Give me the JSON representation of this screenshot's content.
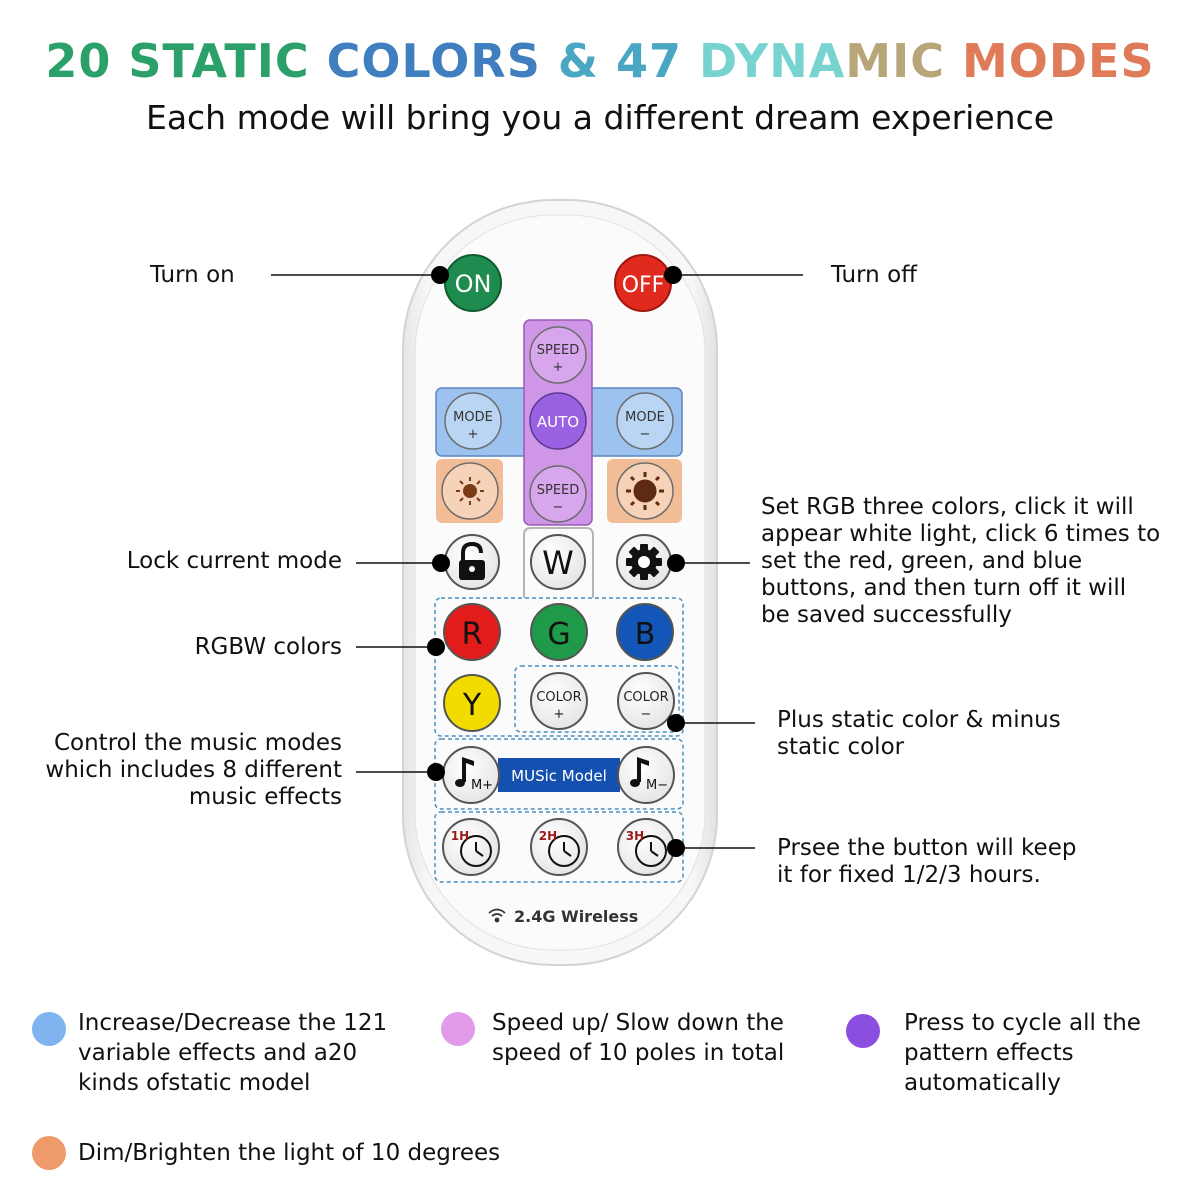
{
  "colors": {
    "on": "#1e8c4e",
    "off": "#e02a1e",
    "speed": "#c77ce0",
    "auto": "#8a4fe0",
    "mode": "#8fb8ec",
    "dim": "#f2b58a",
    "red": "#e21b1b",
    "green": "#1f9a48",
    "blue": "#1456b8",
    "yellow": "#f2dc00",
    "music_bar": "#1450b0",
    "dark_red_text": "#9b1a1a"
  },
  "heading": {
    "title_parts": [
      {
        "text": "20 STATIC ",
        "color": "#2ba06a"
      },
      {
        "text": "COLORS ",
        "color": "#3f7fbf"
      },
      {
        "text": "& 47 ",
        "color": "#4aa7c4"
      },
      {
        "text": "DYNA",
        "color": "#76d3cf"
      },
      {
        "text": "MIC ",
        "color": "#b8a57a"
      },
      {
        "text": "MODES",
        "color": "#e07b5a"
      }
    ],
    "subtitle": "Each mode will bring you a different dream experience"
  },
  "remote": {
    "on_label": "ON",
    "off_label": "OFF",
    "speed_plus": [
      "SPEED",
      "+"
    ],
    "speed_minus": [
      "SPEED",
      "−"
    ],
    "auto_label": "AUTO",
    "mode_plus": [
      "MODE",
      "+"
    ],
    "mode_minus": [
      "MODE",
      "−"
    ],
    "w_label": "W",
    "r_label": "R",
    "g_label": "G",
    "b_label": "B",
    "y_label": "Y",
    "color_plus": [
      "COLOR",
      "+"
    ],
    "color_minus": [
      "COLOR",
      "−"
    ],
    "music_plus_label": "M+",
    "music_minus_label": "M−",
    "music_bar_label": "MUSic Model",
    "timer_labels": [
      "1H",
      "2H",
      "3H"
    ],
    "wireless_label": "2.4G Wireless",
    "icons": [
      "sun-dim-icon",
      "sun-bright-icon",
      "lock-icon",
      "gear-icon",
      "music-note-icon",
      "clock-icon",
      "wifi-icon"
    ]
  },
  "callouts": {
    "turn_on": "Turn on",
    "turn_off": "Turn off",
    "lock": "Lock current mode",
    "rgbw": "RGBW colors",
    "music": [
      "Control the music modes",
      "which includes 8 different",
      "music effects"
    ],
    "set_rgb": [
      "Set RGB three colors, click it will",
      "appear white light, click 6 times to",
      "set the red, green, and blue",
      "buttons, and then turn off it will",
      "be saved successfully"
    ],
    "color_pm": [
      "Plus static color & minus",
      "static color"
    ],
    "timer": [
      "Prsee the button will keep",
      "it for fixed 1/2/3 hours."
    ]
  },
  "legend": [
    {
      "color": "#7fb4f0",
      "lines": [
        "Increase/Decrease the 121",
        "variable effects and a20",
        "kinds ofstatic model"
      ]
    },
    {
      "color": "#e29be8",
      "lines": [
        "Speed up/ Slow down the",
        "speed of 10 poles in total"
      ]
    },
    {
      "color": "#8a4fe0",
      "lines": [
        "Press to cycle all the",
        "pattern effects",
        "automatically"
      ]
    },
    {
      "color": "#ee9a6a",
      "lines": [
        "Dim/Brighten the light of 10 degrees"
      ]
    }
  ]
}
